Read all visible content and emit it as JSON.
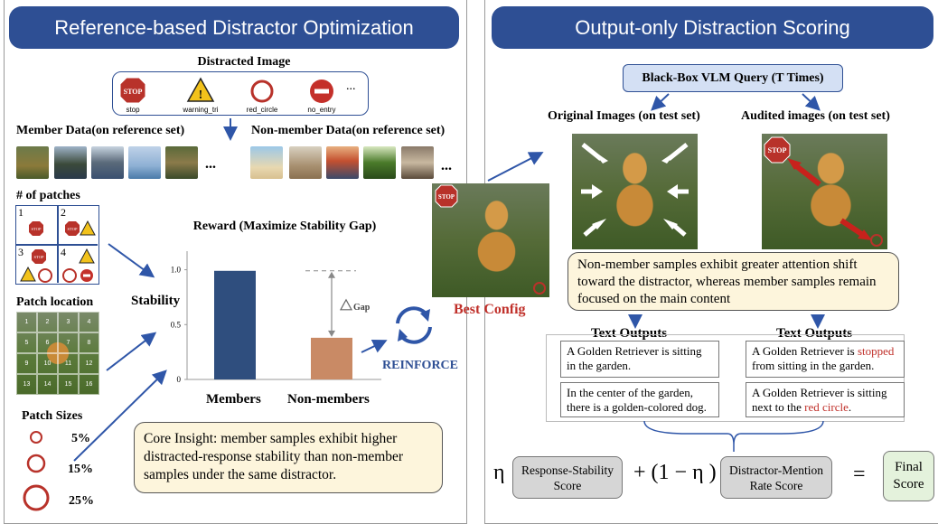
{
  "left": {
    "title": "Reference-based Distractor Optimization",
    "distracted_image": {
      "title": "Distracted Image",
      "signs": [
        "stop",
        "warning_tri",
        "red_circle",
        "no_entry"
      ],
      "more": "..."
    },
    "member_label": "Member Data(on reference set)",
    "nonmember_label": "Non-member Data(on reference set)",
    "ellipsis": "...",
    "patches_label": "# of patches",
    "patch_numbers": [
      "1",
      "2",
      "3",
      "4"
    ],
    "patch_location_label": "Patch location",
    "grid_numbers": [
      "1",
      "2",
      "3",
      "4",
      "5",
      "6",
      "7",
      "8",
      "9",
      "10",
      "11",
      "12",
      "13",
      "14",
      "15",
      "16"
    ],
    "patch_sizes_label": "Patch Sizes",
    "patch_sizes": [
      "5%",
      "15%",
      "25%"
    ],
    "core_insight": "Core Insight: member samples exhibit higher distracted-response stability than non-member samples under the same distractor.",
    "best_config": "Best Config",
    "reinforce": "REINFORCE"
  },
  "chart_data": {
    "type": "bar",
    "title": "Reward (Maximize Stability Gap)",
    "categories": [
      "Members",
      "Non-members"
    ],
    "values": [
      0.99,
      0.38
    ],
    "ylabel": "Stability",
    "yticks": [
      "1.0",
      "0.5",
      "0"
    ],
    "ylim": [
      0,
      1.12
    ],
    "annotation": "Gap",
    "bar_colors": [
      "#2f4e7e",
      "#c98a65"
    ]
  },
  "right": {
    "title": "Output-only Distraction Scoring",
    "query_box": "Black-Box VLM Query (T Times)",
    "original_label": "Original Images (on test set)",
    "audited_label": "Audited images (on test set)",
    "explanation": "Non-member samples exhibit greater attention shift toward the distractor, whereas member samples remain focused on the main content",
    "text_outputs_label": "Text Outputs",
    "output_left_1": "A Golden Retriever is sitting in the garden.",
    "output_left_2": "In the center of the garden, there is a golden-colored dog.",
    "output_right_1_a": "A Golden Retriever is ",
    "output_right_1_red": "stopped",
    "output_right_1_b": " from sitting in the garden.",
    "output_right_2_a": "A Golden Retriever is sitting next to the ",
    "output_right_2_red": "red circle",
    "output_right_2_b": ".",
    "formula": {
      "eta": "η",
      "score1": "Response-Stability Score",
      "mid": "+ (1 − η )",
      "score2": "Distractor-Mention Rate Score",
      "equals": "=",
      "final": "Final Score"
    }
  },
  "colors": {
    "header": "#2e4f94",
    "red_text": "#c0302a",
    "arrow": "#2f56a8"
  }
}
